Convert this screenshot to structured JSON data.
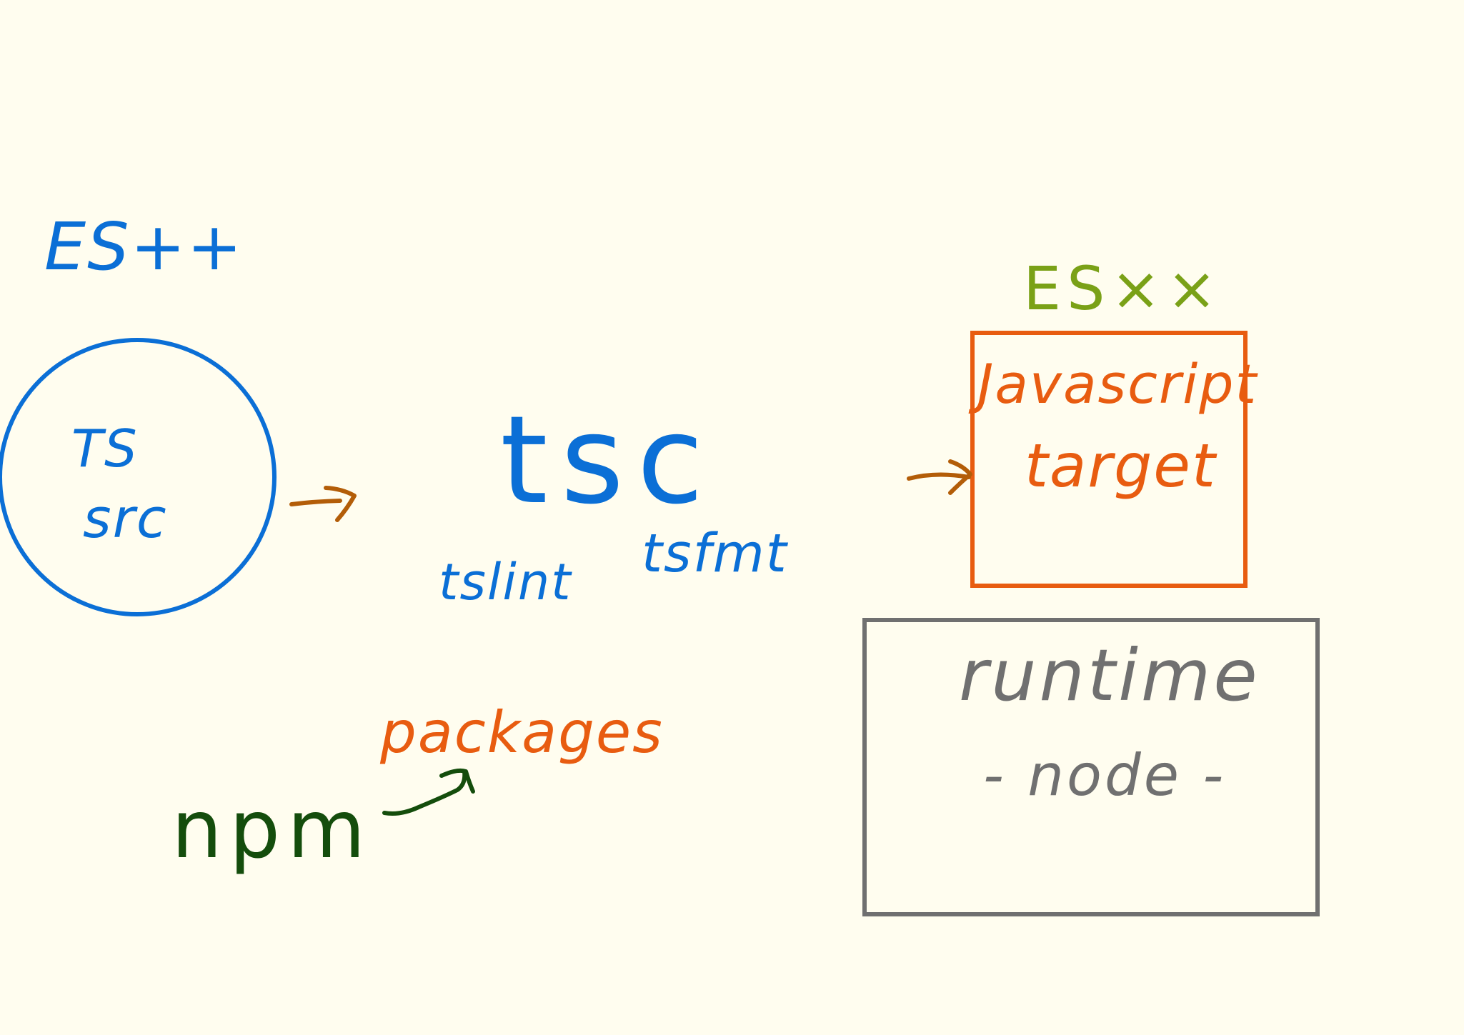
{
  "colors": {
    "background": "#fffdef",
    "blue": "#0b6fd6",
    "green": "#7aa117",
    "orange": "#e85c10",
    "gray": "#707070",
    "dark_green": "#144d0c",
    "arrow_brown": "#b35d08"
  },
  "labels": {
    "es_source": "ES++",
    "ts": "TS",
    "src": "src",
    "tsc": "tsc",
    "tslint": "tslint",
    "tsfmt": "tsfmt",
    "es_target": "ES××",
    "javascript": "Javascript",
    "target": "target",
    "runtime": "runtime",
    "node": "- node -",
    "packages": "packages",
    "npm": "npm"
  }
}
